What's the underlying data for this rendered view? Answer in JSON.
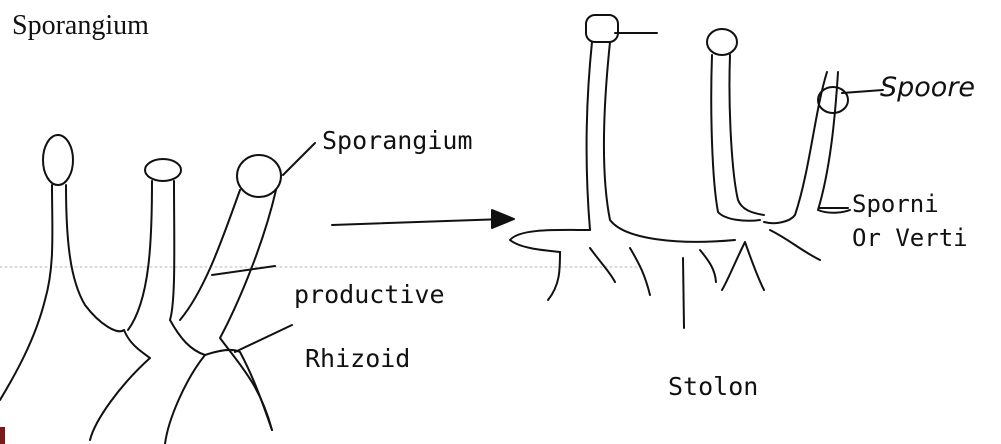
{
  "labels": {
    "top_left": "Sporangium",
    "sporangium": "Sporangium",
    "productive": "productive",
    "rhizoid": "Rhizoid",
    "spore": "Spoore",
    "sporni": "Sporni",
    "or_verti": "Or Verti",
    "stolon": "Stolon"
  },
  "colors": {
    "ink": "#111111",
    "faint": "#b9b9b9",
    "corner_mark": "#7a1a1a"
  }
}
